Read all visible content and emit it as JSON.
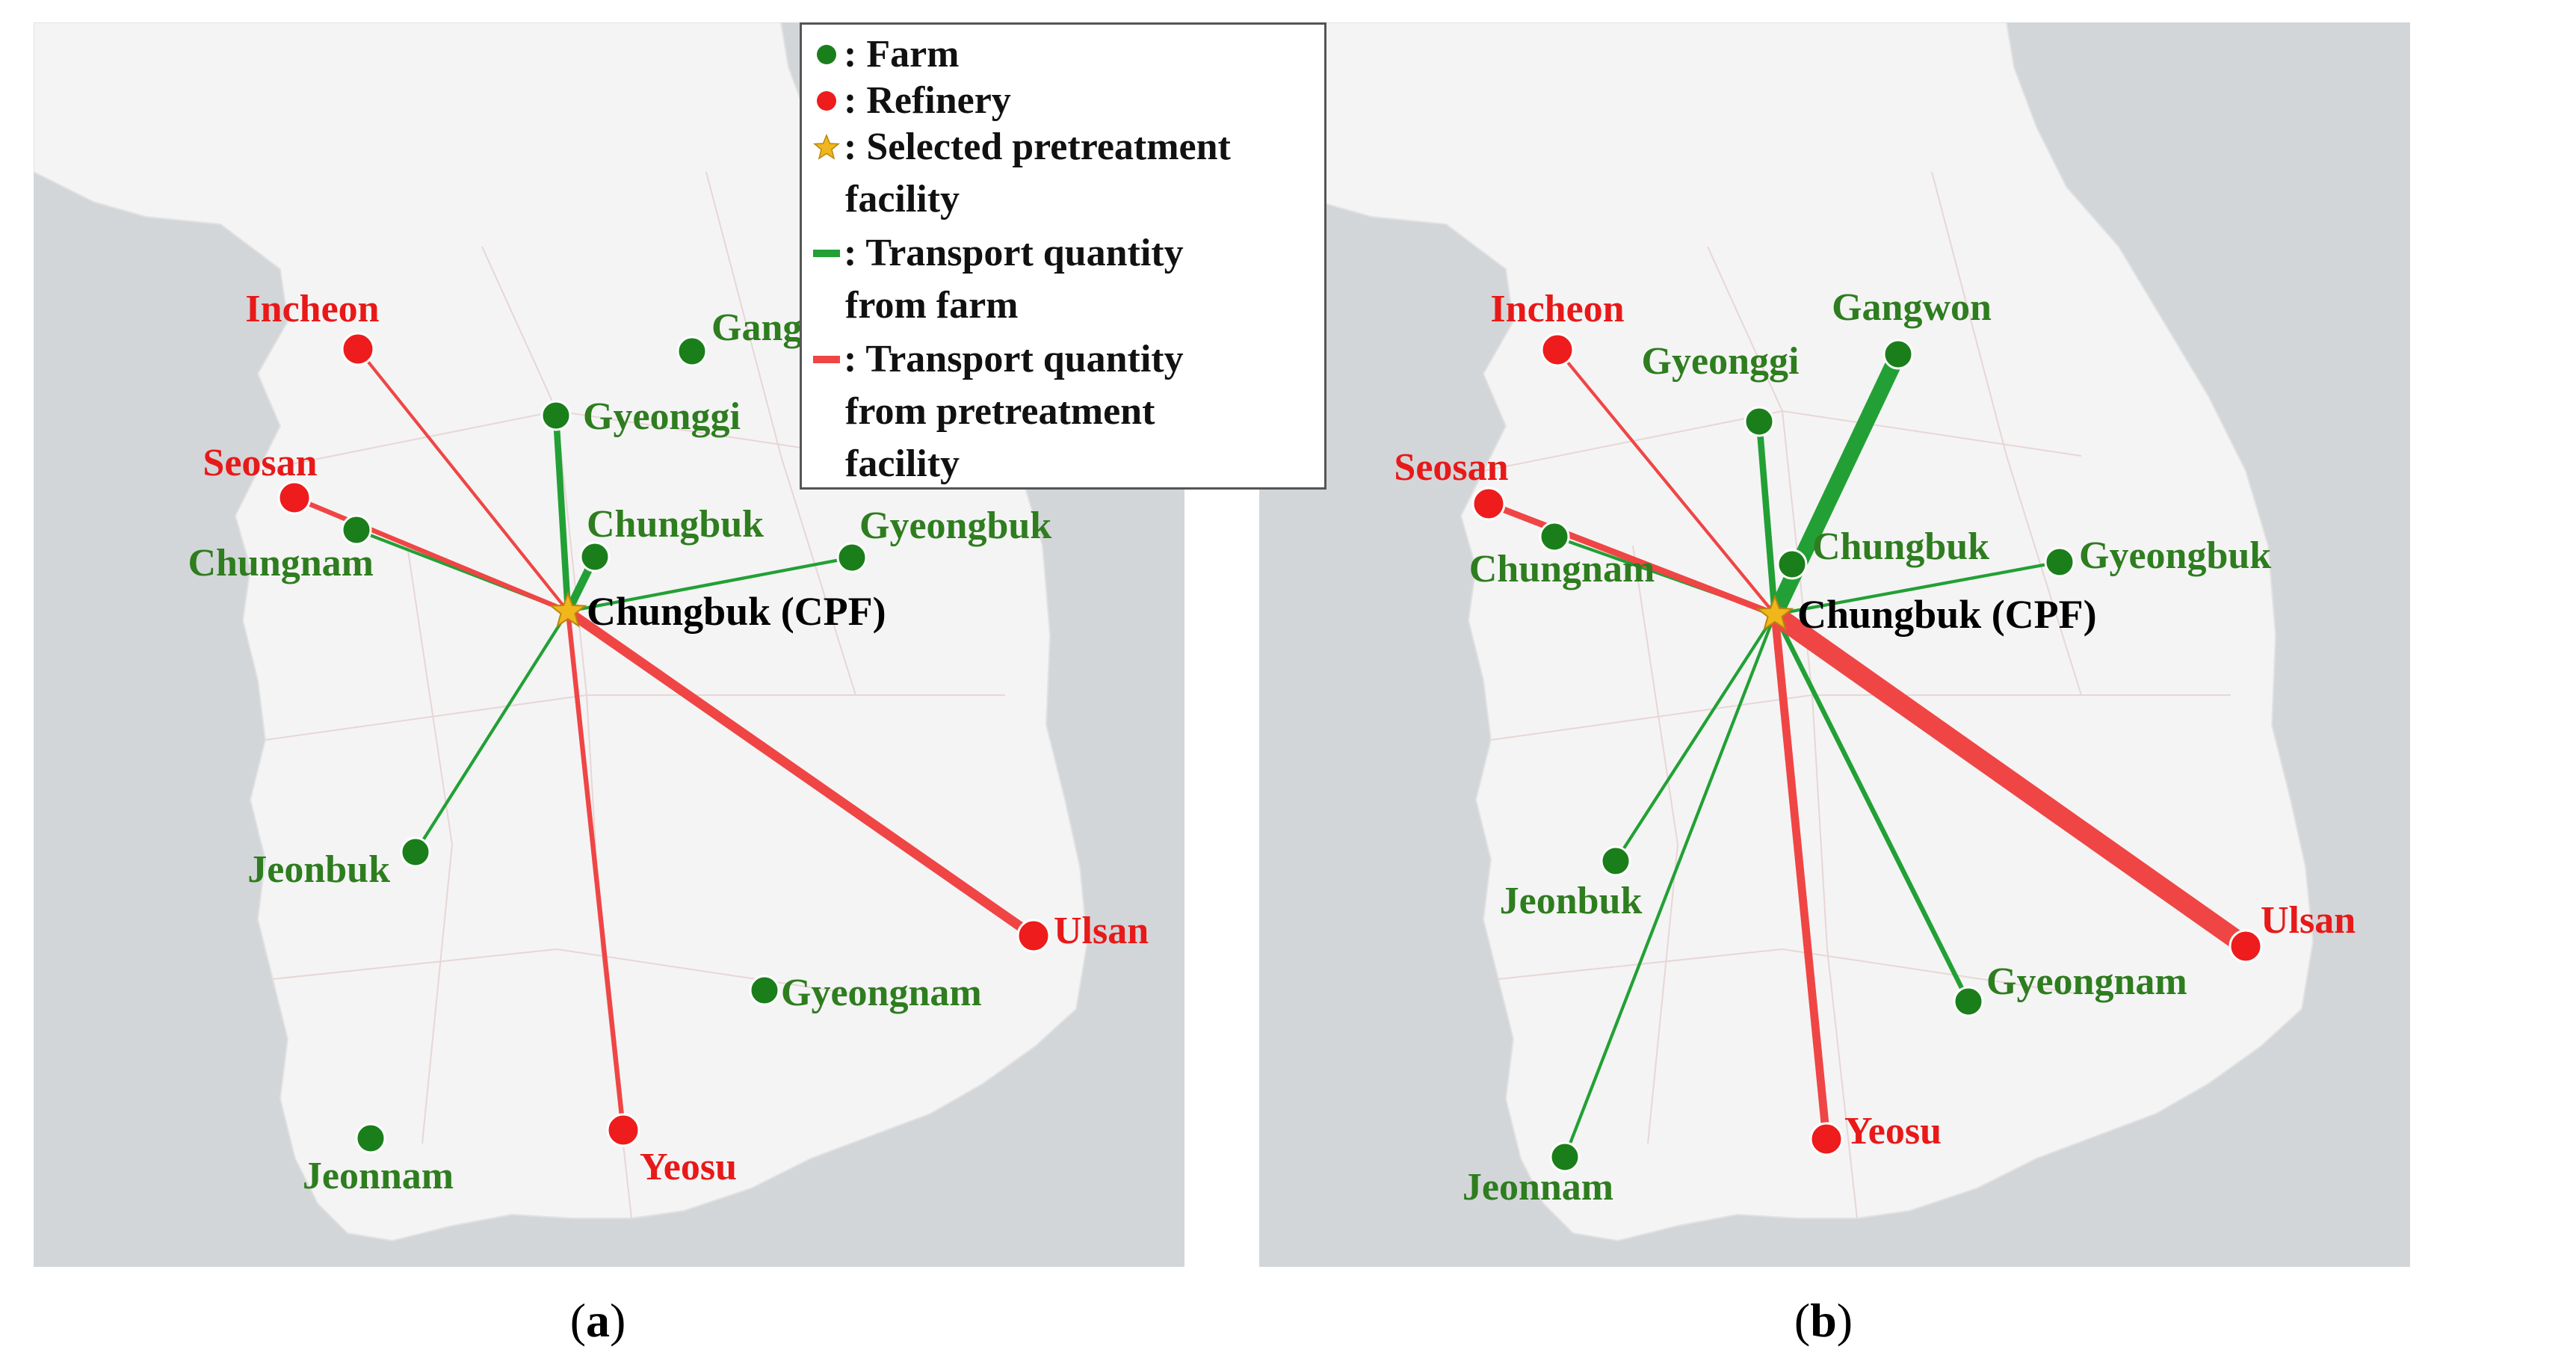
{
  "colors": {
    "farm": "#1a7f1a",
    "refinery": "#ee1c1c",
    "farm_label": "#2e7d1f",
    "refinery_label": "#e81919",
    "farm_line": "#22a035",
    "refinery_line": "#f04545",
    "star": "#f2b61d",
    "sea": "#d3d6d8",
    "land": "#f4f4f4"
  },
  "legend": {
    "farm": ": Farm",
    "refinery": ": Refinery",
    "facility_1": ": Selected pretreatment",
    "facility_2": "facility",
    "farm_transport_1": ": Transport quantity",
    "farm_transport_2": "from farm",
    "pre_transport_1": ": Transport quantity",
    "pre_transport_2": "from pretreatment",
    "pre_transport_3": "facility"
  },
  "panels": [
    {
      "caption": "a",
      "facility_label": "Chungbuk (CPF)",
      "farms": [
        {
          "name": "Gangwon",
          "transport": 0
        },
        {
          "name": "Gyeonggi",
          "transport": 3
        },
        {
          "name": "Chungbuk",
          "transport": 4
        },
        {
          "name": "Chungnam",
          "transport": 1
        },
        {
          "name": "Gyeongbuk",
          "transport": 1
        },
        {
          "name": "Jeonbuk",
          "transport": 1
        },
        {
          "name": "Gyeongnam",
          "transport": 0
        },
        {
          "name": "Jeonnam",
          "transport": 0
        }
      ],
      "refineries": [
        {
          "name": "Incheon",
          "transport": 1
        },
        {
          "name": "Seosan",
          "transport": 2
        },
        {
          "name": "Ulsan",
          "transport": 5
        },
        {
          "name": "Yeosu",
          "transport": 2
        }
      ]
    },
    {
      "caption": "b",
      "facility_label": "Chungbuk (CPF)",
      "farms": [
        {
          "name": "Gangwon",
          "transport": 9
        },
        {
          "name": "Gyeonggi",
          "transport": 3
        },
        {
          "name": "Chungbuk",
          "transport": 4
        },
        {
          "name": "Chungnam",
          "transport": 1
        },
        {
          "name": "Gyeongbuk",
          "transport": 1
        },
        {
          "name": "Jeonbuk",
          "transport": 1
        },
        {
          "name": "Gyeongnam",
          "transport": 2
        },
        {
          "name": "Jeonnam",
          "transport": 1
        }
      ],
      "refineries": [
        {
          "name": "Incheon",
          "transport": 1
        },
        {
          "name": "Seosan",
          "transport": 3
        },
        {
          "name": "Ulsan",
          "transport": 11
        },
        {
          "name": "Yeosu",
          "transport": 4
        }
      ]
    }
  ]
}
